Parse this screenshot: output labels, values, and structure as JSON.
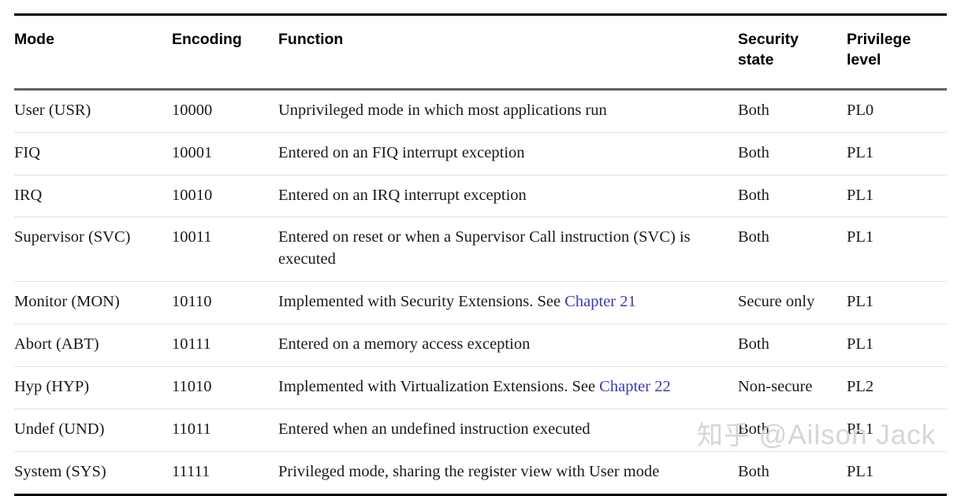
{
  "table": {
    "name": "ARM processor modes table",
    "columns": [
      {
        "key": "mode",
        "label": "Mode"
      },
      {
        "key": "encoding",
        "label": "Encoding"
      },
      {
        "key": "function",
        "label": "Function"
      },
      {
        "key": "security",
        "label": "Security state"
      },
      {
        "key": "privilege",
        "label": "Privilege level"
      }
    ],
    "headers": {
      "mode": "Mode",
      "encoding": "Encoding",
      "function": "Function",
      "security_line1": "Security",
      "security_line2": "state",
      "privilege_line1": "Privilege",
      "privilege_line2": "level"
    },
    "rows": [
      {
        "mode": "User (USR)",
        "encoding": "10000",
        "function": "Unprivileged mode in which most applications run",
        "function_link": null,
        "security": "Both",
        "privilege": "PL0"
      },
      {
        "mode": "FIQ",
        "encoding": "10001",
        "function": "Entered on an FIQ interrupt exception",
        "function_link": null,
        "security": "Both",
        "privilege": "PL1"
      },
      {
        "mode": "IRQ",
        "encoding": "10010",
        "function": "Entered on an IRQ interrupt exception",
        "function_link": null,
        "security": "Both",
        "privilege": "PL1"
      },
      {
        "mode": "Supervisor (SVC)",
        "encoding": "10011",
        "function": "Entered on reset or when a Supervisor Call instruction (SVC) is executed",
        "function_link": null,
        "security": "Both",
        "privilege": "PL1"
      },
      {
        "mode": "Monitor (MON)",
        "encoding": "10110",
        "function": "Implemented with Security Extensions. See ",
        "function_link": "Chapter 21",
        "security": "Secure only",
        "privilege": "PL1"
      },
      {
        "mode": "Abort (ABT)",
        "encoding": "10111",
        "function": "Entered on a memory access exception",
        "function_link": null,
        "security": "Both",
        "privilege": "PL1"
      },
      {
        "mode": "Hyp (HYP)",
        "encoding": "11010",
        "function": "Implemented with Virtualization Extensions. See ",
        "function_link": "Chapter 22",
        "security": "Non-secure",
        "privilege": "PL2"
      },
      {
        "mode": "Undef (UND)",
        "encoding": "11011",
        "function": "Entered when an undefined instruction executed",
        "function_link": null,
        "security": "Both",
        "privilege": "PL1"
      },
      {
        "mode": "System (SYS)",
        "encoding": "11111",
        "function": "Privileged mode, sharing the register view with User mode",
        "function_link": null,
        "security": "Both",
        "privilege": "PL1"
      }
    ]
  },
  "watermark": {
    "site": "知乎",
    "handle": "@Ailson Jack",
    "color": "#d6d6d6"
  },
  "colors": {
    "link": "#3a3ab4",
    "text": "#1a1a1a",
    "header_text": "#000000",
    "rule_strong": "#000000",
    "rule_header": "#616161",
    "rule_row": "#e3e3e3",
    "background": "#ffffff"
  }
}
